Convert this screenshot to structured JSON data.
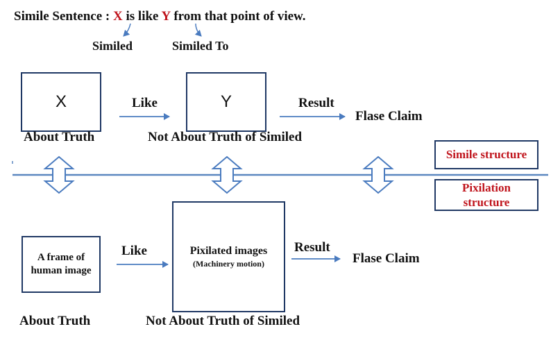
{
  "title": {
    "prefix": "Simile Sentence : ",
    "x": "X",
    "middle": " is like ",
    "y": "Y",
    "suffix": " from that point of view."
  },
  "title_labels": {
    "similed": "Similed",
    "similed_to": "Similed To"
  },
  "top_row": {
    "box_x": "X",
    "box_y": "Y",
    "like": "Like",
    "result": "Result",
    "claim": "Flase Claim",
    "label_left": "About Truth",
    "label_middle": "Not About Truth of Similed"
  },
  "bottom_row": {
    "box_frame": "A frame of human image",
    "box_pixel_title": "Pixilated images",
    "box_pixel_sub": "(Machinery motion)",
    "like": "Like",
    "result": "Result",
    "claim": "Flase Claim",
    "label_left": "About Truth",
    "label_middle": "Not About Truth of Similed"
  },
  "legend": {
    "simile": "Simile structure",
    "pixilation": "Pixilation structure"
  },
  "colors": {
    "accent_red": "#c0141c",
    "arrow_blue": "#4a7bbf",
    "box_border": "#1f3864",
    "divider": "#5b87c0"
  }
}
